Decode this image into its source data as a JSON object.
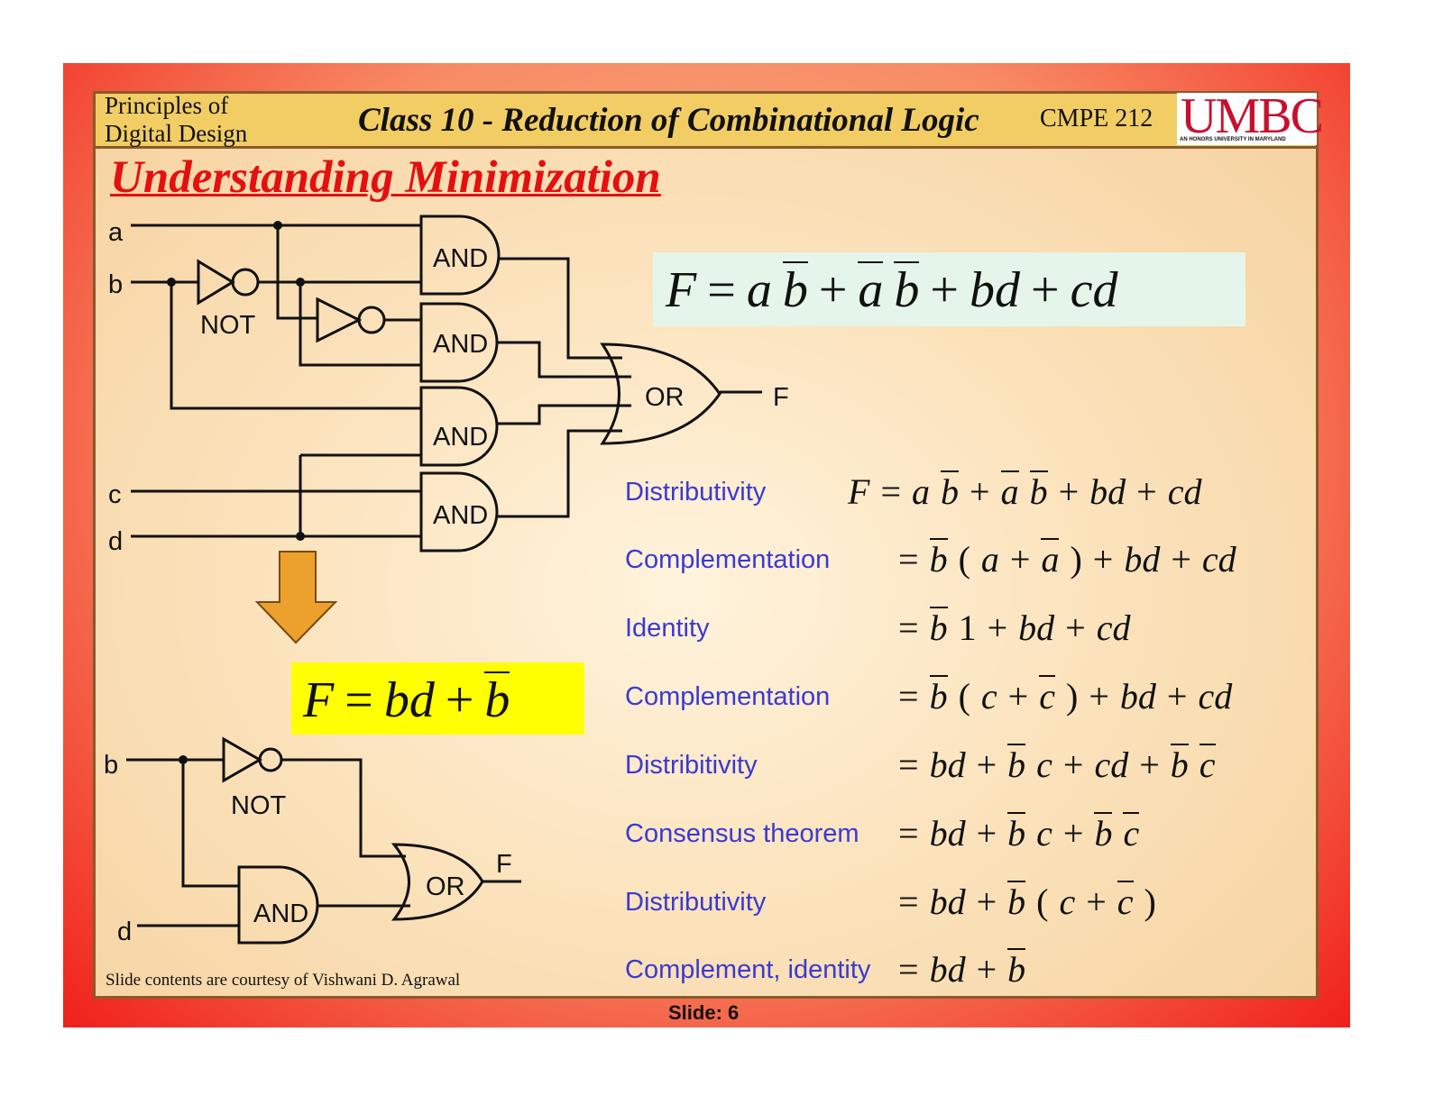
{
  "header": {
    "course": [
      "Principles of",
      "Digital Design"
    ],
    "class_title": "Class 10 - Reduction of Combinational Logic",
    "course_code": "CMPE 212",
    "logo": "UMBC",
    "logo_subtitle": "AN HONORS UNIVERSITY IN MARYLAND"
  },
  "heading": "Understanding Minimization",
  "circuit_top": {
    "inputs": [
      "a",
      "b",
      "c",
      "d"
    ],
    "not_label": "NOT",
    "and_label": "AND",
    "or_label": "OR",
    "output": "F"
  },
  "circuit_bottom": {
    "inputs": [
      "b",
      "d"
    ],
    "not_label": "NOT",
    "and_label": "AND",
    "or_label": "OR",
    "output": "F"
  },
  "main_equation": [
    "F",
    "=",
    "a",
    "~b",
    "+",
    "~a",
    "~b",
    "+",
    "bd",
    "+",
    "cd"
  ],
  "result_equation": [
    "F",
    "=",
    "bd",
    "+",
    "~b"
  ],
  "derivation": [
    {
      "label": "Distributivity",
      "eq": [
        "F",
        "=",
        "a",
        "~b",
        "+",
        "~a",
        "~b",
        "+",
        "bd",
        "+",
        "cd"
      ]
    },
    {
      "label": "Complementation",
      "eq": [
        "=",
        "~b",
        "(",
        "a",
        "+",
        "~a",
        ")",
        "+",
        "bd",
        "+",
        "cd"
      ]
    },
    {
      "label": "Identity",
      "eq": [
        "=",
        "~b",
        "1",
        "+",
        "bd",
        "+",
        "cd"
      ]
    },
    {
      "label": "Complementation",
      "eq": [
        "=",
        "~b",
        "(",
        "c",
        "+",
        "~c",
        ")",
        "+",
        "bd",
        "+",
        "cd"
      ]
    },
    {
      "label": "Distribitivity",
      "eq": [
        "=",
        "bd",
        "+",
        "~b",
        "c",
        "+",
        "cd",
        "+",
        "~b",
        "~c"
      ]
    },
    {
      "label": "Consensus theorem",
      "eq": [
        "=",
        "bd",
        "+",
        "~b",
        "c",
        "+",
        "~b",
        "~c"
      ]
    },
    {
      "label": "Distributivity",
      "eq": [
        "=",
        "bd",
        "+",
        "~b",
        "(",
        "c",
        "+",
        "~c",
        ")"
      ]
    },
    {
      "label": "Complement, identity",
      "eq": [
        "=",
        "bd",
        "+",
        "~b"
      ]
    }
  ],
  "footer": {
    "credit": "Slide contents are courtesy of  Vishwani D. Agrawal",
    "slide_number": "Slide: 6"
  },
  "colors": {
    "frame": "#f0201a",
    "header": "#f1cd64",
    "heading": "#e41010",
    "label": "#3a3ad0",
    "arrow": "#eda12d",
    "highlight": "#ffff00"
  }
}
